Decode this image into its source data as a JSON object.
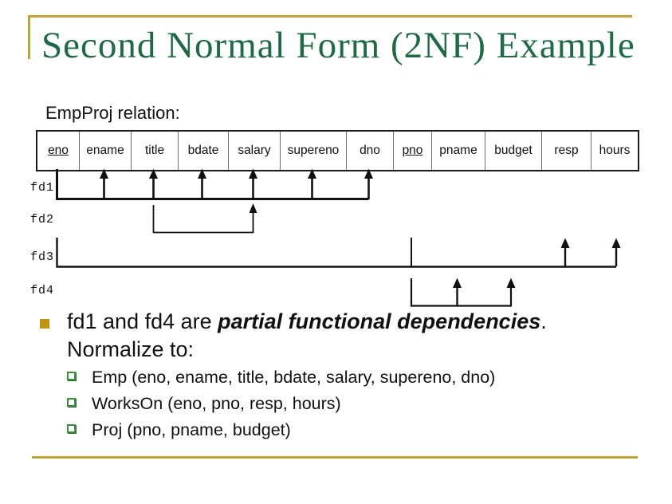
{
  "slide": {
    "title": "Second Normal Form (2NF) Example",
    "relation_label": "EmpProj relation:",
    "accent_gold": "#c2a13b",
    "title_green": "#1d6a45",
    "bullet_gold": "#bf9410",
    "sub_bullet_green": "#3e8e41"
  },
  "relation": {
    "name": "EmpProj",
    "columns": [
      {
        "label": "eno",
        "key": true
      },
      {
        "label": "ename",
        "key": false
      },
      {
        "label": "title",
        "key": false
      },
      {
        "label": "bdate",
        "key": false
      },
      {
        "label": "salary",
        "key": false
      },
      {
        "label": "supereno",
        "key": false
      },
      {
        "label": "dno",
        "key": false
      },
      {
        "label": "pno",
        "key": true
      },
      {
        "label": "pname",
        "key": false
      },
      {
        "label": "budget",
        "key": false
      },
      {
        "label": "resp",
        "key": false
      },
      {
        "label": "hours",
        "key": false
      }
    ]
  },
  "fds": [
    {
      "label": "fd1",
      "lhs": [
        "eno"
      ],
      "rhs": [
        "ename",
        "title",
        "bdate",
        "salary",
        "supereno",
        "dno"
      ]
    },
    {
      "label": "fd2",
      "lhs": [
        "title"
      ],
      "rhs": [
        "salary"
      ]
    },
    {
      "label": "fd3",
      "lhs": [
        "eno",
        "pno"
      ],
      "rhs": [
        "resp",
        "hours"
      ]
    },
    {
      "label": "fd4",
      "lhs": [
        "pno"
      ],
      "rhs": [
        "pname",
        "budget"
      ]
    }
  ],
  "bullets": {
    "main_pre": "fd1 and fd4 are ",
    "main_em": "partial functional dependencies",
    "main_post": ".",
    "line2": "Normalize to:",
    "sub": [
      "Emp (eno, ename, title, bdate, salary, supereno, dno)",
      "WorksOn (eno, pno, resp, hours)",
      "Proj (pno, pname, budget)"
    ]
  }
}
